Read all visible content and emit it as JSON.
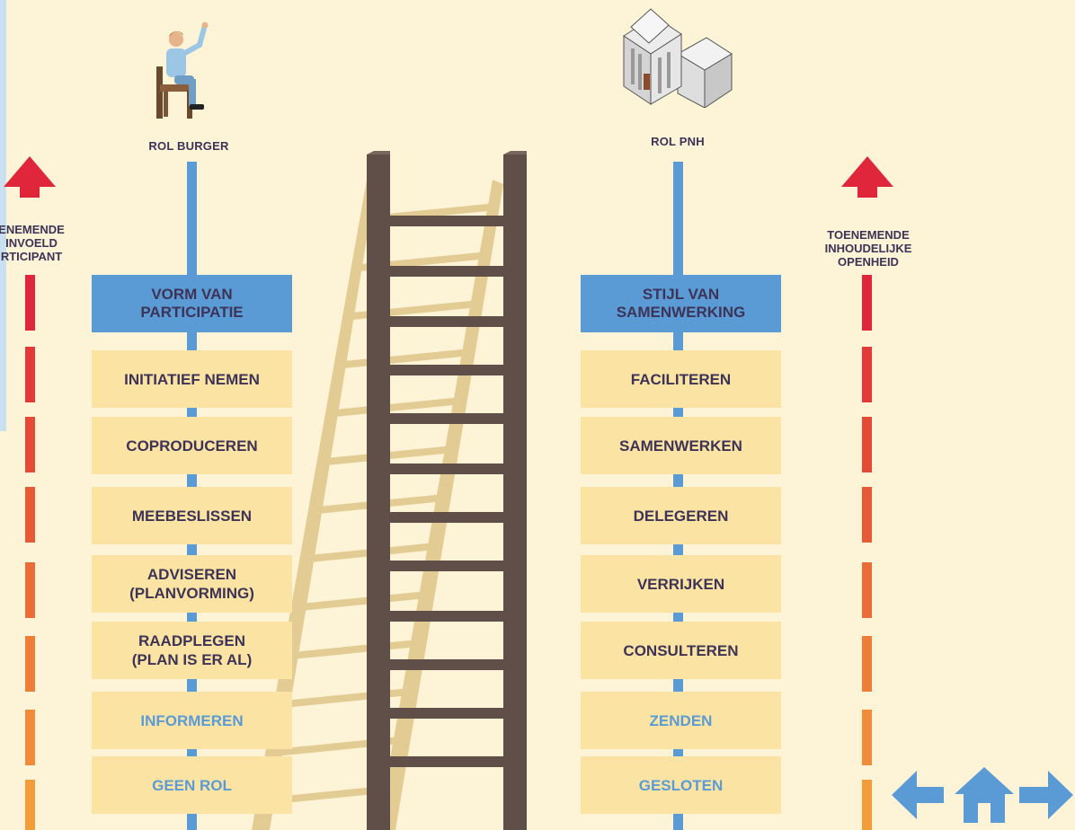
{
  "left_column": {
    "label": "ROL BURGER",
    "header": "VORM VAN\nPARTICIPATIE",
    "steps": [
      {
        "text": "INITIATIEF NEMEN",
        "highlight": false
      },
      {
        "text": "COPRODUCEREN",
        "highlight": false
      },
      {
        "text": "MEEBESLISSEN",
        "highlight": false
      },
      {
        "text": "ADVISEREN\n(PLANVORMING)",
        "highlight": false
      },
      {
        "text": "RAADPLEGEN\n(PLAN IS ER AL)",
        "highlight": false
      },
      {
        "text": "INFORMEREN",
        "highlight": true
      },
      {
        "text": "GEEN ROL",
        "highlight": true
      }
    ]
  },
  "right_column": {
    "label": "ROL PNH",
    "header": "STIJL VAN\nSAMENWERKING",
    "steps": [
      {
        "text": "FACILITEREN",
        "highlight": false
      },
      {
        "text": "SAMENWERKEN",
        "highlight": false
      },
      {
        "text": "DELEGEREN",
        "highlight": false
      },
      {
        "text": "VERRIJKEN",
        "highlight": false
      },
      {
        "text": "CONSULTEREN",
        "highlight": false
      },
      {
        "text": "ZENDEN",
        "highlight": true
      },
      {
        "text": "GESLOTEN",
        "highlight": true
      }
    ]
  },
  "left_axis": {
    "label": "ENEMENDE\nINVOELD\nRTICIPANT"
  },
  "right_axis": {
    "label": "TOENEMENDE\nINHOUDELIJKE\nOPENHEID"
  },
  "colors": {
    "background": "#fdf3d6",
    "header_blue": "#5b9bd5",
    "step_fill": "#fbe4a3",
    "text_dark": "#3d3357",
    "ladder_brown": "#604e48",
    "shadow": "#e3cc93",
    "arrow_red": "#e0263a",
    "dash_orange": "#f29d3a"
  },
  "icons": {
    "citizen": "person-on-chair-icon",
    "government": "building-icon",
    "nav": [
      "arrow-left-icon",
      "home-icon",
      "arrow-right-icon"
    ]
  }
}
